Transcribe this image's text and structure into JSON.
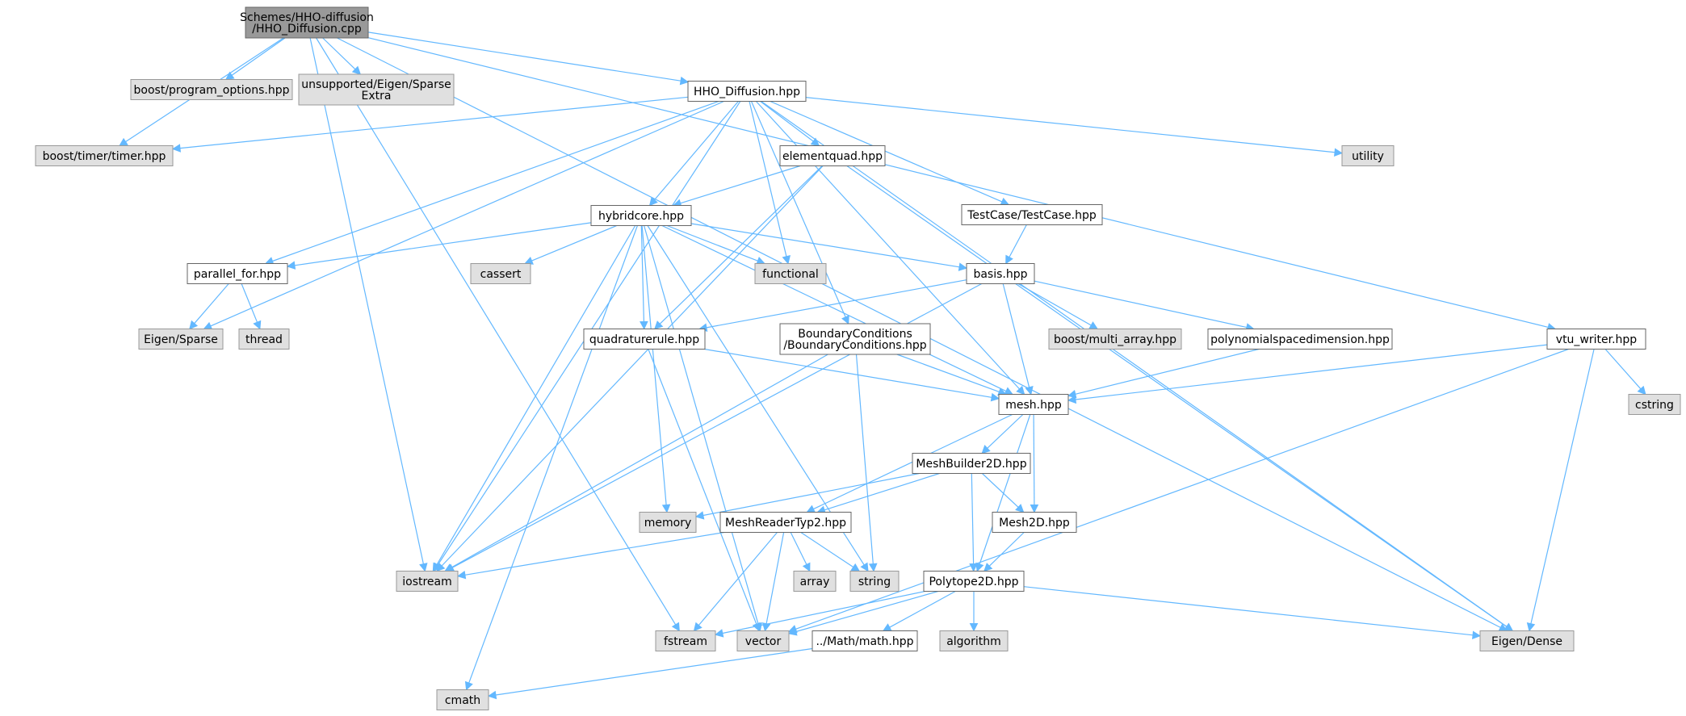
{
  "colors": {
    "root_fill": "#999999",
    "project_fill": "#ffffff",
    "system_fill": "#e0e0e0",
    "border_dark": "#666666",
    "border_light": "#999999",
    "edge": "#63b8ff"
  },
  "nodes": {
    "root": {
      "lines": [
        "Schemes/HHO-diffusion",
        "/HHO_Diffusion.cpp"
      ]
    },
    "boost_program_options": {
      "lines": [
        "boost/program_options.hpp"
      ]
    },
    "unsupported_eigen_sparse_extra": {
      "lines": [
        "unsupported/Eigen/Sparse",
        "Extra"
      ]
    },
    "hho_diffusion_hpp": {
      "lines": [
        "HHO_Diffusion.hpp"
      ]
    },
    "vtu_writer": {
      "lines": [
        "vtu_writer.hpp"
      ]
    },
    "boost_timer": {
      "lines": [
        "boost/timer/timer.hpp"
      ]
    },
    "utility": {
      "lines": [
        "utility"
      ]
    },
    "elementquad": {
      "lines": [
        "elementquad.hpp"
      ]
    },
    "hybridcore": {
      "lines": [
        "hybridcore.hpp"
      ]
    },
    "testcase": {
      "lines": [
        "TestCase/TestCase.hpp"
      ]
    },
    "parallel_for": {
      "lines": [
        "parallel_for.hpp"
      ]
    },
    "cassert": {
      "lines": [
        "cassert"
      ]
    },
    "functional": {
      "lines": [
        "functional"
      ]
    },
    "basis": {
      "lines": [
        "basis.hpp"
      ]
    },
    "eigen_sparse": {
      "lines": [
        "Eigen/Sparse"
      ]
    },
    "thread": {
      "lines": [
        "thread"
      ]
    },
    "quadraturerule": {
      "lines": [
        "quadraturerule.hpp"
      ]
    },
    "boundary_conditions": {
      "lines": [
        "BoundaryConditions",
        "/BoundaryConditions.hpp"
      ]
    },
    "boost_multi_array": {
      "lines": [
        "boost/multi_array.hpp"
      ]
    },
    "polynomialspacedimension": {
      "lines": [
        "polynomialspacedimension.hpp"
      ]
    },
    "cstring": {
      "lines": [
        "cstring"
      ]
    },
    "mesh": {
      "lines": [
        "mesh.hpp"
      ]
    },
    "meshbuilder2d": {
      "lines": [
        "MeshBuilder2D.hpp"
      ]
    },
    "memory": {
      "lines": [
        "memory"
      ]
    },
    "meshreadertyp2": {
      "lines": [
        "MeshReaderTyp2.hpp"
      ]
    },
    "mesh2d": {
      "lines": [
        "Mesh2D.hpp"
      ]
    },
    "iostream": {
      "lines": [
        "iostream"
      ]
    },
    "array": {
      "lines": [
        "array"
      ]
    },
    "string": {
      "lines": [
        "string"
      ]
    },
    "polytope2d": {
      "lines": [
        "Polytope2D.hpp"
      ]
    },
    "fstream": {
      "lines": [
        "fstream"
      ]
    },
    "vector": {
      "lines": [
        "vector"
      ]
    },
    "math": {
      "lines": [
        "../Math/math.hpp"
      ]
    },
    "algorithm": {
      "lines": [
        "algorithm"
      ]
    },
    "eigen_dense": {
      "lines": [
        "Eigen/Dense"
      ]
    },
    "cmath": {
      "lines": [
        "cmath"
      ]
    }
  },
  "edges": [
    [
      "root",
      "boost_program_options"
    ],
    [
      "root",
      "unsupported_eigen_sparse_extra"
    ],
    [
      "root",
      "hho_diffusion_hpp"
    ],
    [
      "root",
      "boost_timer"
    ],
    [
      "root",
      "vtu_writer"
    ],
    [
      "root",
      "eigen_dense"
    ],
    [
      "root",
      "iostream"
    ],
    [
      "root",
      "fstream"
    ],
    [
      "hho_diffusion_hpp",
      "boost_timer"
    ],
    [
      "hho_diffusion_hpp",
      "utility"
    ],
    [
      "hho_diffusion_hpp",
      "elementquad"
    ],
    [
      "hho_diffusion_hpp",
      "hybridcore"
    ],
    [
      "hho_diffusion_hpp",
      "testcase"
    ],
    [
      "hho_diffusion_hpp",
      "functional"
    ],
    [
      "hho_diffusion_hpp",
      "parallel_for"
    ],
    [
      "hho_diffusion_hpp",
      "eigen_sparse"
    ],
    [
      "hho_diffusion_hpp",
      "boundary_conditions"
    ],
    [
      "hho_diffusion_hpp",
      "mesh"
    ],
    [
      "hho_diffusion_hpp",
      "iostream"
    ],
    [
      "hho_diffusion_hpp",
      "eigen_dense"
    ],
    [
      "elementquad",
      "hybridcore"
    ],
    [
      "elementquad",
      "quadraturerule"
    ],
    [
      "elementquad",
      "iostream"
    ],
    [
      "elementquad",
      "eigen_dense"
    ],
    [
      "hybridcore",
      "parallel_for"
    ],
    [
      "hybridcore",
      "cassert"
    ],
    [
      "hybridcore",
      "functional"
    ],
    [
      "hybridcore",
      "basis"
    ],
    [
      "hybridcore",
      "quadraturerule"
    ],
    [
      "hybridcore",
      "mesh"
    ],
    [
      "hybridcore",
      "memory"
    ],
    [
      "hybridcore",
      "iostream"
    ],
    [
      "hybridcore",
      "string"
    ],
    [
      "hybridcore",
      "vector"
    ],
    [
      "hybridcore",
      "cmath"
    ],
    [
      "testcase",
      "basis"
    ],
    [
      "parallel_for",
      "eigen_sparse"
    ],
    [
      "parallel_for",
      "thread"
    ],
    [
      "basis",
      "quadraturerule"
    ],
    [
      "basis",
      "boost_multi_array"
    ],
    [
      "basis",
      "polynomialspacedimension"
    ],
    [
      "basis",
      "mesh"
    ],
    [
      "basis",
      "iostream"
    ],
    [
      "quadraturerule",
      "mesh"
    ],
    [
      "quadraturerule",
      "vector"
    ],
    [
      "boundary_conditions",
      "mesh"
    ],
    [
      "boundary_conditions",
      "string"
    ],
    [
      "boundary_conditions",
      "iostream"
    ],
    [
      "polynomialspacedimension",
      "mesh"
    ],
    [
      "vtu_writer",
      "mesh"
    ],
    [
      "vtu_writer",
      "cstring"
    ],
    [
      "vtu_writer",
      "eigen_dense"
    ],
    [
      "vtu_writer",
      "vector"
    ],
    [
      "mesh",
      "meshbuilder2d"
    ],
    [
      "mesh",
      "meshreadertyp2"
    ],
    [
      "mesh",
      "mesh2d"
    ],
    [
      "mesh",
      "polytope2d"
    ],
    [
      "meshbuilder2d",
      "memory"
    ],
    [
      "meshbuilder2d",
      "meshreadertyp2"
    ],
    [
      "meshbuilder2d",
      "mesh2d"
    ],
    [
      "meshbuilder2d",
      "polytope2d"
    ],
    [
      "meshreadertyp2",
      "iostream"
    ],
    [
      "meshreadertyp2",
      "array"
    ],
    [
      "meshreadertyp2",
      "string"
    ],
    [
      "meshreadertyp2",
      "vector"
    ],
    [
      "meshreadertyp2",
      "fstream"
    ],
    [
      "mesh2d",
      "polytope2d"
    ],
    [
      "polytope2d",
      "fstream"
    ],
    [
      "polytope2d",
      "vector"
    ],
    [
      "polytope2d",
      "math"
    ],
    [
      "polytope2d",
      "algorithm"
    ],
    [
      "polytope2d",
      "eigen_dense"
    ],
    [
      "math",
      "cmath"
    ]
  ]
}
